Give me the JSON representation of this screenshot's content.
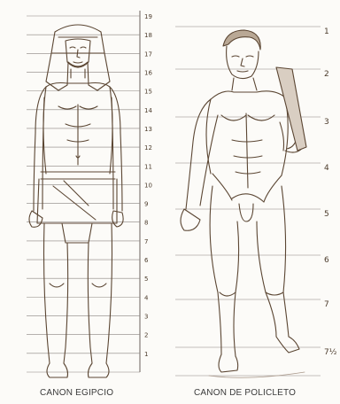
{
  "captions": {
    "left": "CANON EGIPCIO",
    "right": "CANON DE POLICLETO"
  },
  "egyptian_scale": [
    "19",
    "18",
    "17",
    "16",
    "15",
    "14",
    "13",
    "12",
    "11",
    "10",
    "9",
    "8",
    "7",
    "6",
    "5",
    "4",
    "3",
    "2",
    "1"
  ],
  "polykleitos_scale": [
    "1",
    "2",
    "3",
    "4",
    "5",
    "6",
    "7",
    "7½"
  ],
  "colors": {
    "ink": "#5b4633",
    "grid": "#8a8480",
    "shade": "#a9988a"
  }
}
